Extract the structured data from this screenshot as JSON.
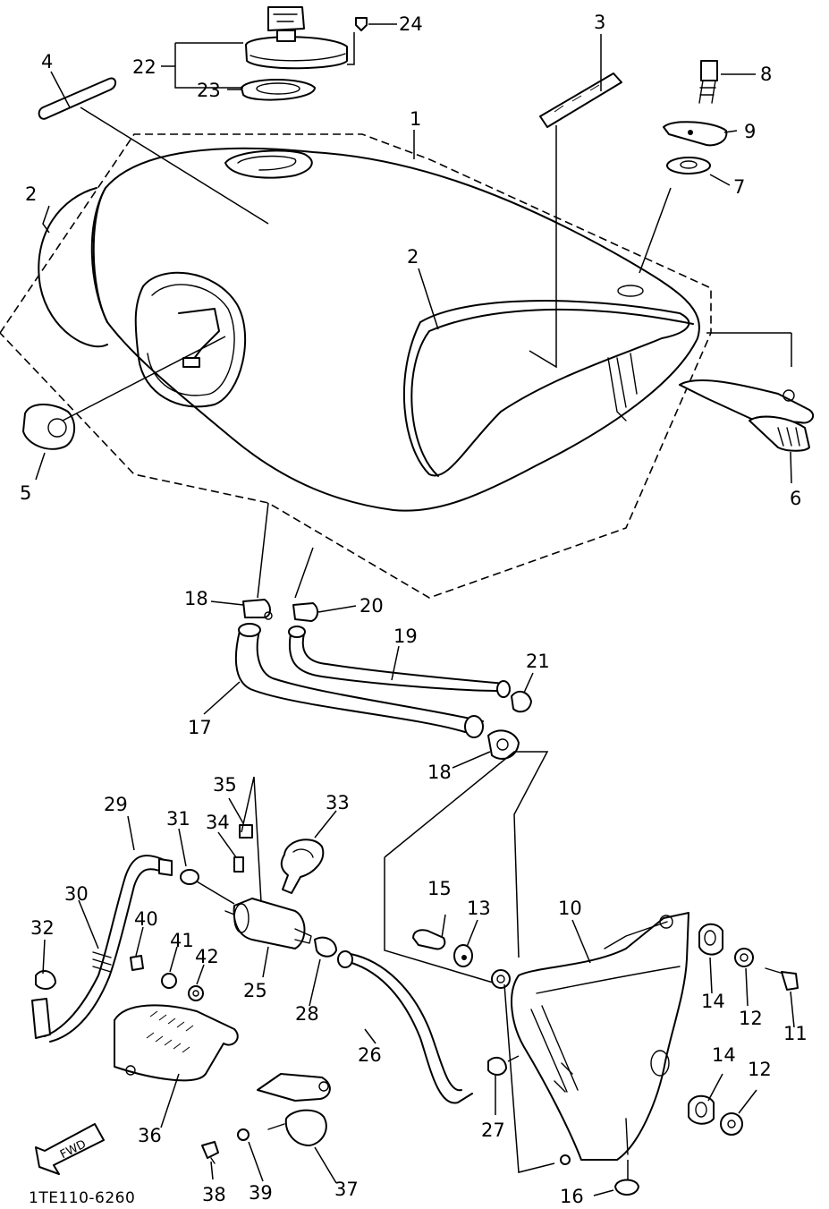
{
  "drawing_code": "1TE110-6260",
  "direction_marker": "FWD",
  "labels": {
    "p1": "1",
    "p2a": "2",
    "p2b": "2",
    "p3": "3",
    "p4": "4",
    "p5": "5",
    "p6": "6",
    "p7": "7",
    "p8": "8",
    "p9": "9",
    "p10": "10",
    "p11": "11",
    "p12a": "12",
    "p12b": "12",
    "p13": "13",
    "p14a": "14",
    "p14b": "14",
    "p15": "15",
    "p16": "16",
    "p17": "17",
    "p18a": "18",
    "p18b": "18",
    "p19": "19",
    "p20": "20",
    "p21": "21",
    "p22": "22",
    "p23": "23",
    "p24": "24",
    "p25": "25",
    "p26": "26",
    "p27": "27",
    "p28": "28",
    "p29": "29",
    "p30": "30",
    "p31": "31",
    "p32": "32",
    "p33": "33",
    "p34": "34",
    "p35": "35",
    "p36": "36",
    "p37": "37",
    "p38": "38",
    "p39": "39",
    "p40": "40",
    "p41": "41",
    "p42": "42"
  }
}
